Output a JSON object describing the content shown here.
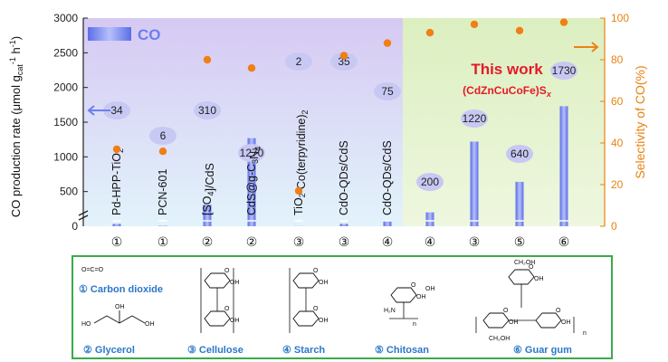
{
  "chart_data": {
    "type": "bar",
    "categories": [
      "①",
      "①",
      "②",
      "②",
      "③",
      "③",
      "④",
      "④",
      "③",
      "⑤",
      "⑥"
    ],
    "series": [
      {
        "name": "CO",
        "axis": "left",
        "values": [
          34,
          6,
          310,
          1270,
          2,
          35,
          75,
          200,
          1220,
          640,
          1730
        ],
        "color": "#7083f0"
      },
      {
        "axis": "right",
        "type": "scatter",
        "values": [
          37,
          36,
          80,
          76,
          17,
          82,
          88,
          93,
          97,
          94,
          98
        ],
        "color": "#f07f15"
      }
    ],
    "bar_labels": [
      "34",
      "6",
      "310",
      "1270",
      "2",
      "35",
      "75",
      "200",
      "1220",
      "640",
      "1730"
    ],
    "catalysts": [
      "Pd-HPP-TiO2",
      "PCN-601",
      "[SO4]/CdS",
      "CdS@g-C3N4",
      "TiO2-Co(terpyridine)2",
      "CdO-QDs/CdS",
      "CdO-QDs/CdS",
      "",
      "",
      "",
      ""
    ],
    "ylabel_left": "CO production rate  (μmol g",
    "ylabel_left_sub": "cat",
    "ylabel_left_sup": "-1",
    "ylabel_left_tail": " h",
    "ylabel_left_sup2": "-1",
    "ylabel_left_end": ")",
    "ylabel_right": "Selectivity of CO(%)",
    "ylim_left": [
      0,
      3000
    ],
    "yticks_left": [
      "0",
      "500",
      "1000",
      "1500",
      "2000",
      "2500",
      "3000"
    ],
    "ylim_right": [
      0,
      100
    ],
    "yticks_right": [
      "0",
      "20",
      "40",
      "60",
      "80",
      "100"
    ],
    "legend": "CO",
    "annotation_line1": "This work",
    "annotation_line2": "(CdZnCuCoFe)S",
    "annotation_sub": "x",
    "colors": {
      "bar": "#7083f0",
      "dot": "#f07f15",
      "bg_left": "#dedcf6",
      "bg_right": "#e6f2c4",
      "box": "#3aab4a",
      "right_axis": "#e8820f",
      "annotation": "#e5192a"
    }
  },
  "substrates": [
    {
      "label": "① Carbon dioxide",
      "formula": "O=C=O"
    },
    {
      "label": "② Glycerol"
    },
    {
      "label": "③ Cellulose"
    },
    {
      "label": "④ Starch"
    },
    {
      "label": "⑤ Chitosan"
    },
    {
      "label": "⑥ Guar gum"
    }
  ]
}
